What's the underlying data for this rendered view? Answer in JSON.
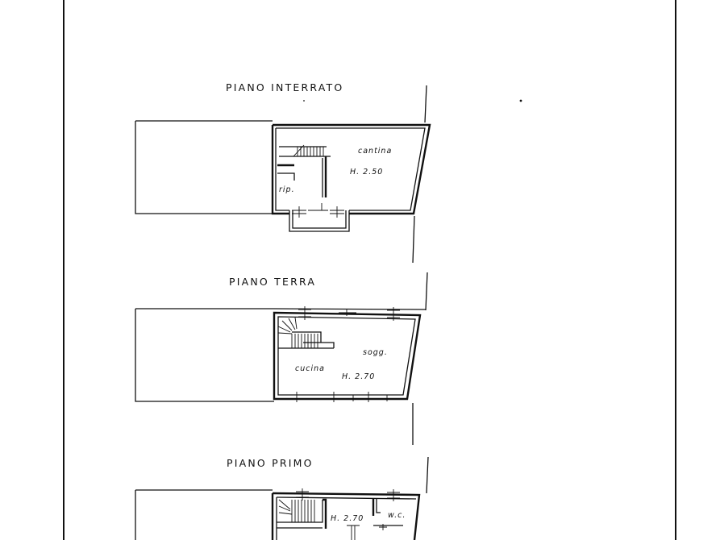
{
  "floors": [
    {
      "title": "PIANO INTERRATO",
      "rooms": [
        {
          "label": "cantina"
        },
        {
          "label": "H. 2.50"
        },
        {
          "label": "rip."
        }
      ]
    },
    {
      "title": "PIANO TERRA",
      "rooms": [
        {
          "label": "sogg."
        },
        {
          "label": "cucina"
        },
        {
          "label": "H. 2.70"
        }
      ]
    },
    {
      "title": "PIANO PRIMO",
      "rooms": [
        {
          "label": "H. 2.70"
        },
        {
          "label": "w.c."
        }
      ]
    }
  ]
}
